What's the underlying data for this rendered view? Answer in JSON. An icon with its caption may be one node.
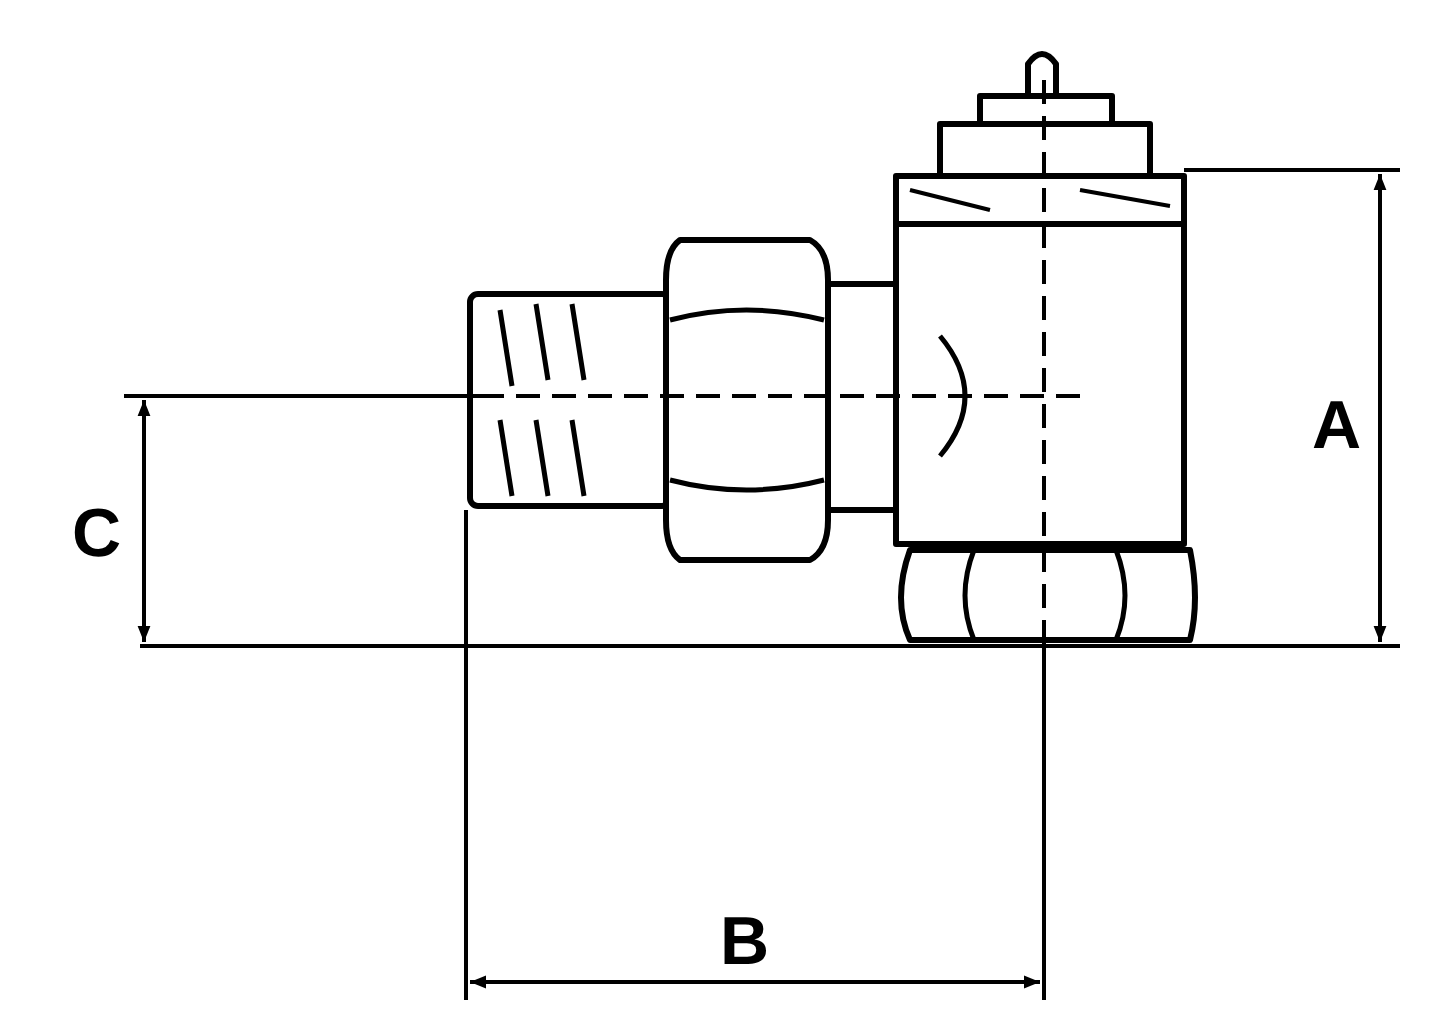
{
  "diagram": {
    "labels": [
      "A",
      "C",
      "B"
    ]
  }
}
